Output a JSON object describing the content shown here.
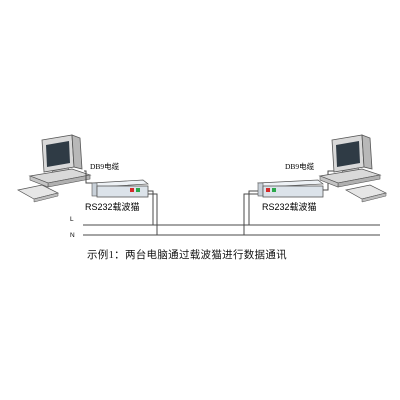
{
  "left_station": {
    "cable_label": "DB9电缆",
    "modem_label": "RS232载波猫"
  },
  "right_station": {
    "cable_label": "DB9电缆",
    "modem_label": "RS232载波猫"
  },
  "power_lines": {
    "line_l": "L",
    "line_n": "N"
  },
  "caption": "示例1：两台电脑通过载波猫进行数据通讯",
  "colors": {
    "line": "#4a4a4a",
    "computer_body": "#d9d9d9",
    "screen": "#2f3b45",
    "modem_body": "#dce3ea",
    "led_red": "#d42a2a",
    "led_green": "#2aa84a"
  }
}
